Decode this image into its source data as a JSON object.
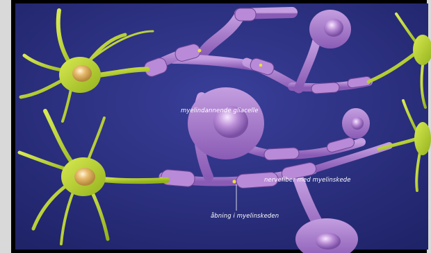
{
  "labels": {
    "glia": "myelindannende gliacelle",
    "fiber": "nervefiber med myelinskede",
    "gap": "åbning i myelinskeden"
  },
  "colors": {
    "background": "#2a2f82",
    "neuron": "#c8dc3a",
    "glia": "#a879c9",
    "label": "#ffffff"
  }
}
